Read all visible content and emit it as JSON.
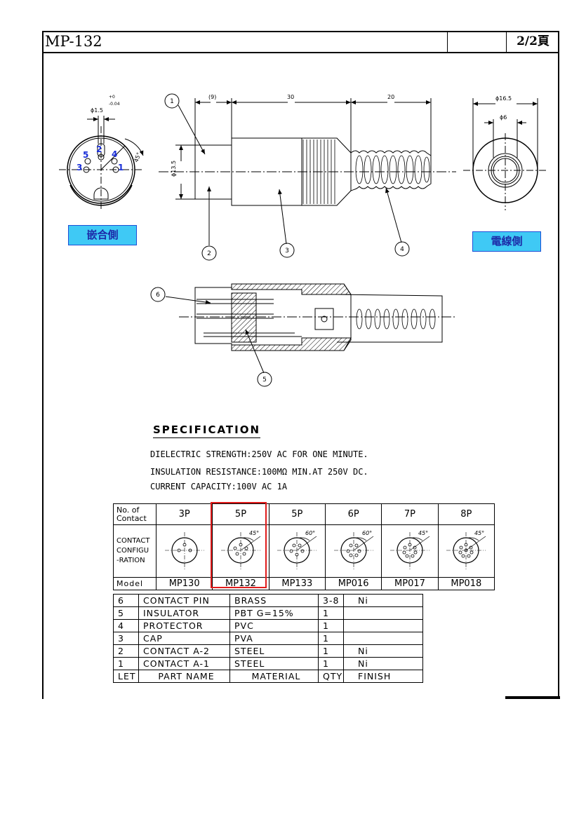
{
  "header": {
    "title": "MP-132",
    "page": "2/2頁"
  },
  "dimensions": {
    "pin_dia": "ϕ1.5",
    "pin_tol_upper": "+0",
    "pin_tol_lower": "-0.04",
    "angle": "45°",
    "body_dia": "ϕ13.5",
    "len_cap": "(9)",
    "len_body": "30",
    "len_protector": "20",
    "outer_dia": "ϕ16.5",
    "inner_dia": "ϕ6"
  },
  "pin_numbers": [
    "5",
    "2",
    "4",
    "3",
    "1"
  ],
  "callouts": [
    "1",
    "2",
    "3",
    "4",
    "5",
    "6"
  ],
  "labels": {
    "mating_side": "嵌合側",
    "cable_side": "電線側"
  },
  "spec": {
    "title": "SPECIFICATION",
    "lines": [
      "DIELECTRIC STRENGTH:250V AC FOR ONE MINUTE.",
      "INSULATION RESISTANCE:100MΩ MIN.AT 250V DC.",
      "CURRENT CAPACITY:100V AC 1A"
    ]
  },
  "config_table": {
    "row1_label_a": "No. of",
    "row1_label_b": "Contact",
    "row2_label_a": "CONTACT",
    "row2_label_b": "CONFIGU",
    "row2_label_c": "-RATION",
    "row3_label": "Model",
    "columns": [
      {
        "contacts": "3P",
        "model": "MP130",
        "angle": "",
        "highlight": false
      },
      {
        "contacts": "5P",
        "model": "MP132",
        "angle": "45°",
        "highlight": true
      },
      {
        "contacts": "5P",
        "model": "MP133",
        "angle": "60°",
        "highlight": false
      },
      {
        "contacts": "6P",
        "model": "MP016",
        "angle": "60°",
        "highlight": false
      },
      {
        "contacts": "7P",
        "model": "MP017",
        "angle": "45°",
        "highlight": false
      },
      {
        "contacts": "8P",
        "model": "MP018",
        "angle": "45°",
        "highlight": false
      }
    ],
    "highlight_color": "#e01b1b"
  },
  "parts_table": {
    "rows": [
      {
        "let": "6",
        "name": "CONTACT PIN",
        "material": "BRASS",
        "qty": "3-8",
        "finish": "Ni"
      },
      {
        "let": "5",
        "name": "INSULATOR",
        "material": "PBT G=15%",
        "qty": "1",
        "finish": ""
      },
      {
        "let": "4",
        "name": "PROTECTOR",
        "material": "PVC",
        "qty": "1",
        "finish": ""
      },
      {
        "let": "3",
        "name": "CAP",
        "material": "PVA",
        "qty": "1",
        "finish": ""
      },
      {
        "let": "2",
        "name": "CONTACT A-2",
        "material": "STEEL",
        "qty": "1",
        "finish": "Ni"
      },
      {
        "let": "1",
        "name": "CONTACT A-1",
        "material": "STEEL",
        "qty": "1",
        "finish": "Ni"
      }
    ],
    "header": {
      "let": "LET",
      "name": "PART NAME",
      "material": "MATERIAL",
      "qty": "QTY",
      "finish": "FINISH"
    }
  },
  "colors": {
    "label_bg": "#3fc9f5",
    "label_text": "#1d2ba8",
    "pin_number": "#1a2fd8"
  }
}
